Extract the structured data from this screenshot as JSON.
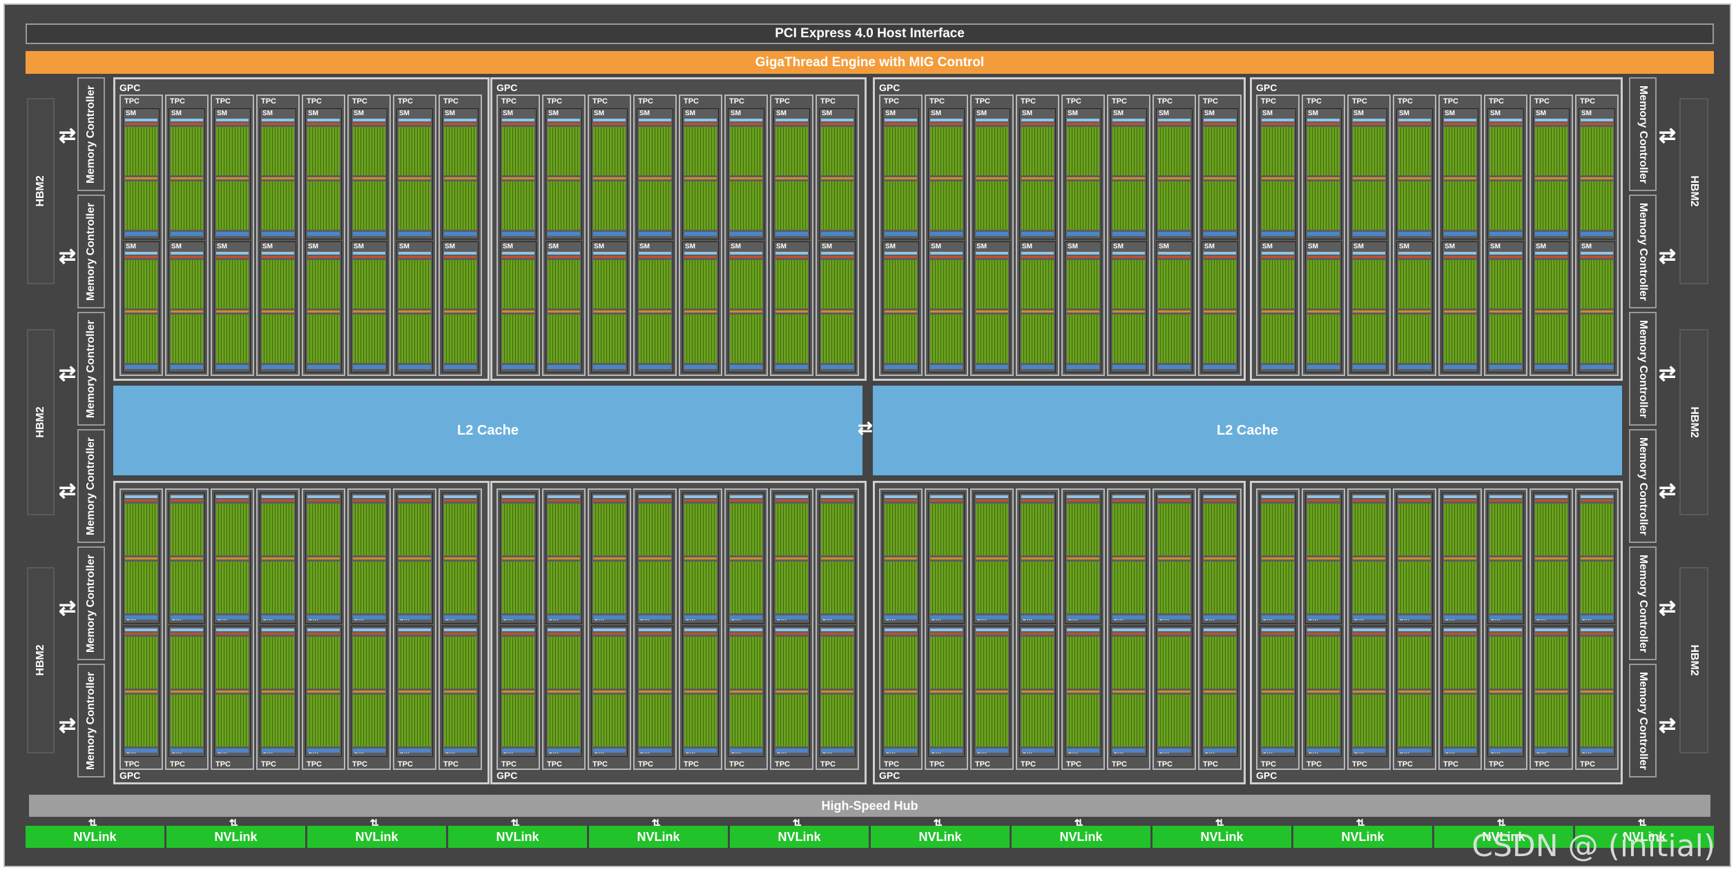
{
  "top_bars": {
    "pcie": "PCI Express 4.0 Host Interface",
    "gigathread": "GigaThread Engine with MIG Control"
  },
  "hbm_label": "HBM2",
  "memory_controller_label": "Memory Controller",
  "gpc_label": "GPC",
  "tpc_label": "TPC",
  "sm_label": "SM",
  "l2_cache": [
    "L2 Cache",
    "L2 Cache"
  ],
  "high_speed_hub": "High-Speed Hub",
  "nvlink_label": "NVLink",
  "nvlink_count": 12,
  "watermark": "CSDN @ (initial)",
  "colors": {
    "background": "#444444",
    "gigathread": "#f39c3c",
    "l2_cache": "#6aaedc",
    "nvlink": "#22c22b",
    "hub": "#9e9e9e",
    "sm_core": "#6aa11e"
  }
}
